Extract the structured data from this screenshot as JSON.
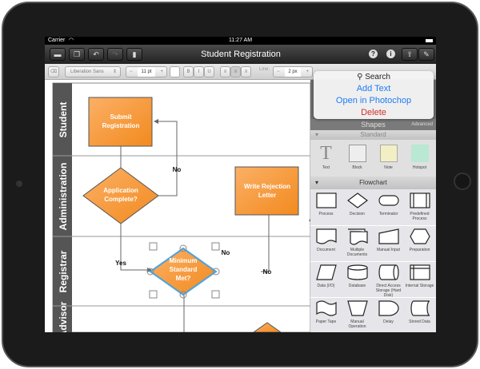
{
  "status": {
    "carrier": "Carrier",
    "time": "11:27 AM"
  },
  "title": "Student Registration",
  "toolbar": {
    "font": "Liberation Sans",
    "font_size": "11 pt",
    "bold": "B",
    "italic": "I",
    "underline": "U",
    "line_label": "Line:",
    "line_width": "2 px",
    "minus": "−",
    "plus": "+"
  },
  "popover": {
    "search": "Search"
  },
  "menu": {
    "add_text": "Add Text",
    "open_photoshop": "Open in Photochop",
    "delete": "Delete"
  },
  "panel": {
    "header": "Shapes",
    "advanced": "Advanced",
    "standard": "Standard",
    "flowchart": "Flowchart",
    "standard_shapes": [
      "Text",
      "Block",
      "Note",
      "Hotspot"
    ],
    "flowchart_shapes": [
      "Process",
      "Decision",
      "Terminator",
      "Predefined Process",
      "Document",
      "Multiple Documents",
      "Manual Input",
      "Preparation",
      "Data (I/O)",
      "Database",
      "Direct Access Storage (Hard Disk)",
      "Internal Storage",
      "Paper Tape",
      "Manual Operation",
      "Delay",
      "Stored Data"
    ]
  },
  "diagram": {
    "lanes": [
      "Student",
      "Administration",
      "Registrar",
      "Advisor"
    ],
    "submit": [
      "Submit",
      "Registration"
    ],
    "app_complete": [
      "Application",
      "Complete?"
    ],
    "reject": [
      "Write Rejection",
      "Letter"
    ],
    "min_std": [
      "Minimum",
      "Standard",
      "Met?"
    ],
    "labels": {
      "no1": "No",
      "yes": "Yes",
      "no2": "No",
      "no3": "No"
    }
  },
  "colors": {
    "shape": "#f7962e",
    "selection": "#4aa3df",
    "link": "#1e7cf5",
    "danger": "#d0302a"
  }
}
